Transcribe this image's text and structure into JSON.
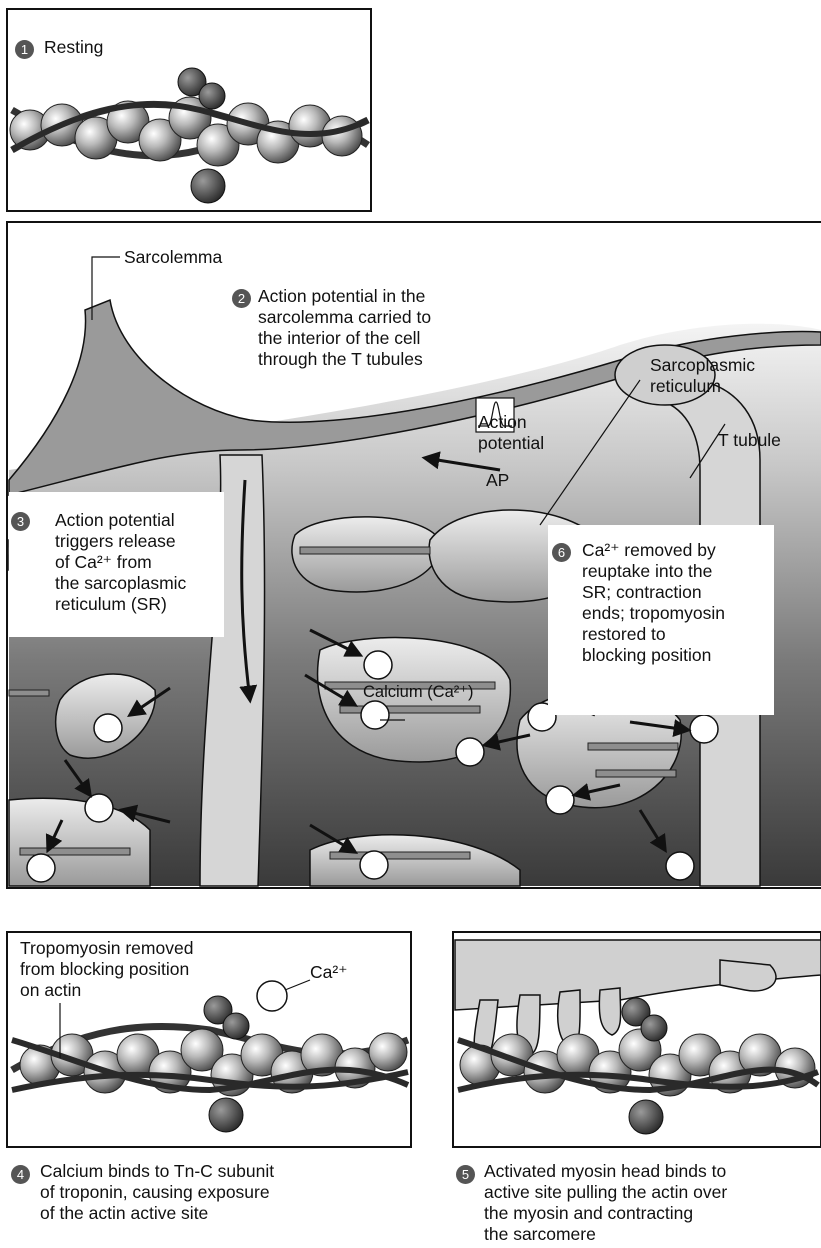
{
  "panels": {
    "resting": {
      "number": "1",
      "label": "Resting"
    },
    "sarcolemma": "Sarcolemma",
    "step2": {
      "number": "2",
      "text": "Action potential in the\nsarcolemma carried to\nthe interior of the cell\nthrough the T tubules"
    },
    "sarcoplasmic_reticulum": "Sarcoplasmic\nreticulum",
    "action_potential": "Action\npotential",
    "t_tubule": "T tubule",
    "ap": "AP",
    "step3": {
      "number": "3",
      "text": "Action potential\ntriggers release\nof Ca²⁺ from\nthe sarcoplasmic\nreticulum (SR)"
    },
    "step6": {
      "number": "6",
      "text": "Ca²⁺ removed by\nreuptake into the\nSR; contraction\nends; tropomyosin\nrestored to\nblocking position"
    },
    "calcium": "Calcium (Ca²⁺)",
    "tropomyosin_removed": "Tropomyosin removed\nfrom blocking position\non actin",
    "ca_ion": "Ca²⁺",
    "step4": {
      "number": "4",
      "text": "Calcium binds to Tn-C subunit\nof troponin, causing exposure\nof the actin active site"
    },
    "step5": {
      "number": "5",
      "text": "Activated myosin head binds to\nactive site pulling the actin over\nthe myosin and contracting\nthe sarcomere"
    }
  },
  "colors": {
    "dark": "#3a3a3a",
    "mid": "#8c8c8c",
    "light": "#d2d2d2",
    "outline": "#1a1a1a"
  }
}
